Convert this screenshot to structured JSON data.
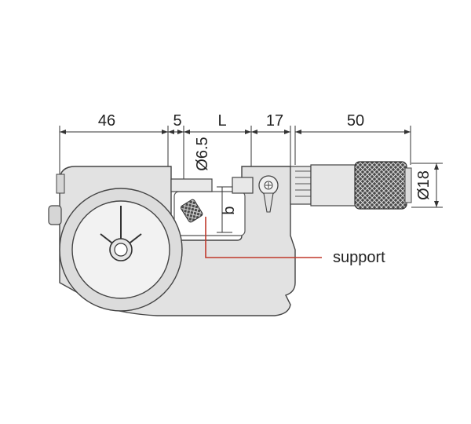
{
  "dimensions": {
    "d46": "46",
    "d5": "5",
    "dL": "L",
    "d17": "17",
    "d50": "50",
    "dia65": "Ø6.5",
    "dia18": "Ø18",
    "b": "b"
  },
  "callout": {
    "label": "support",
    "leader_color": "#c0392b"
  },
  "colors": {
    "body": "#e2e2e2",
    "body_dark": "#cfcfcf",
    "dial_face": "#f0f0f0",
    "knurl": "#3a3a3a"
  }
}
